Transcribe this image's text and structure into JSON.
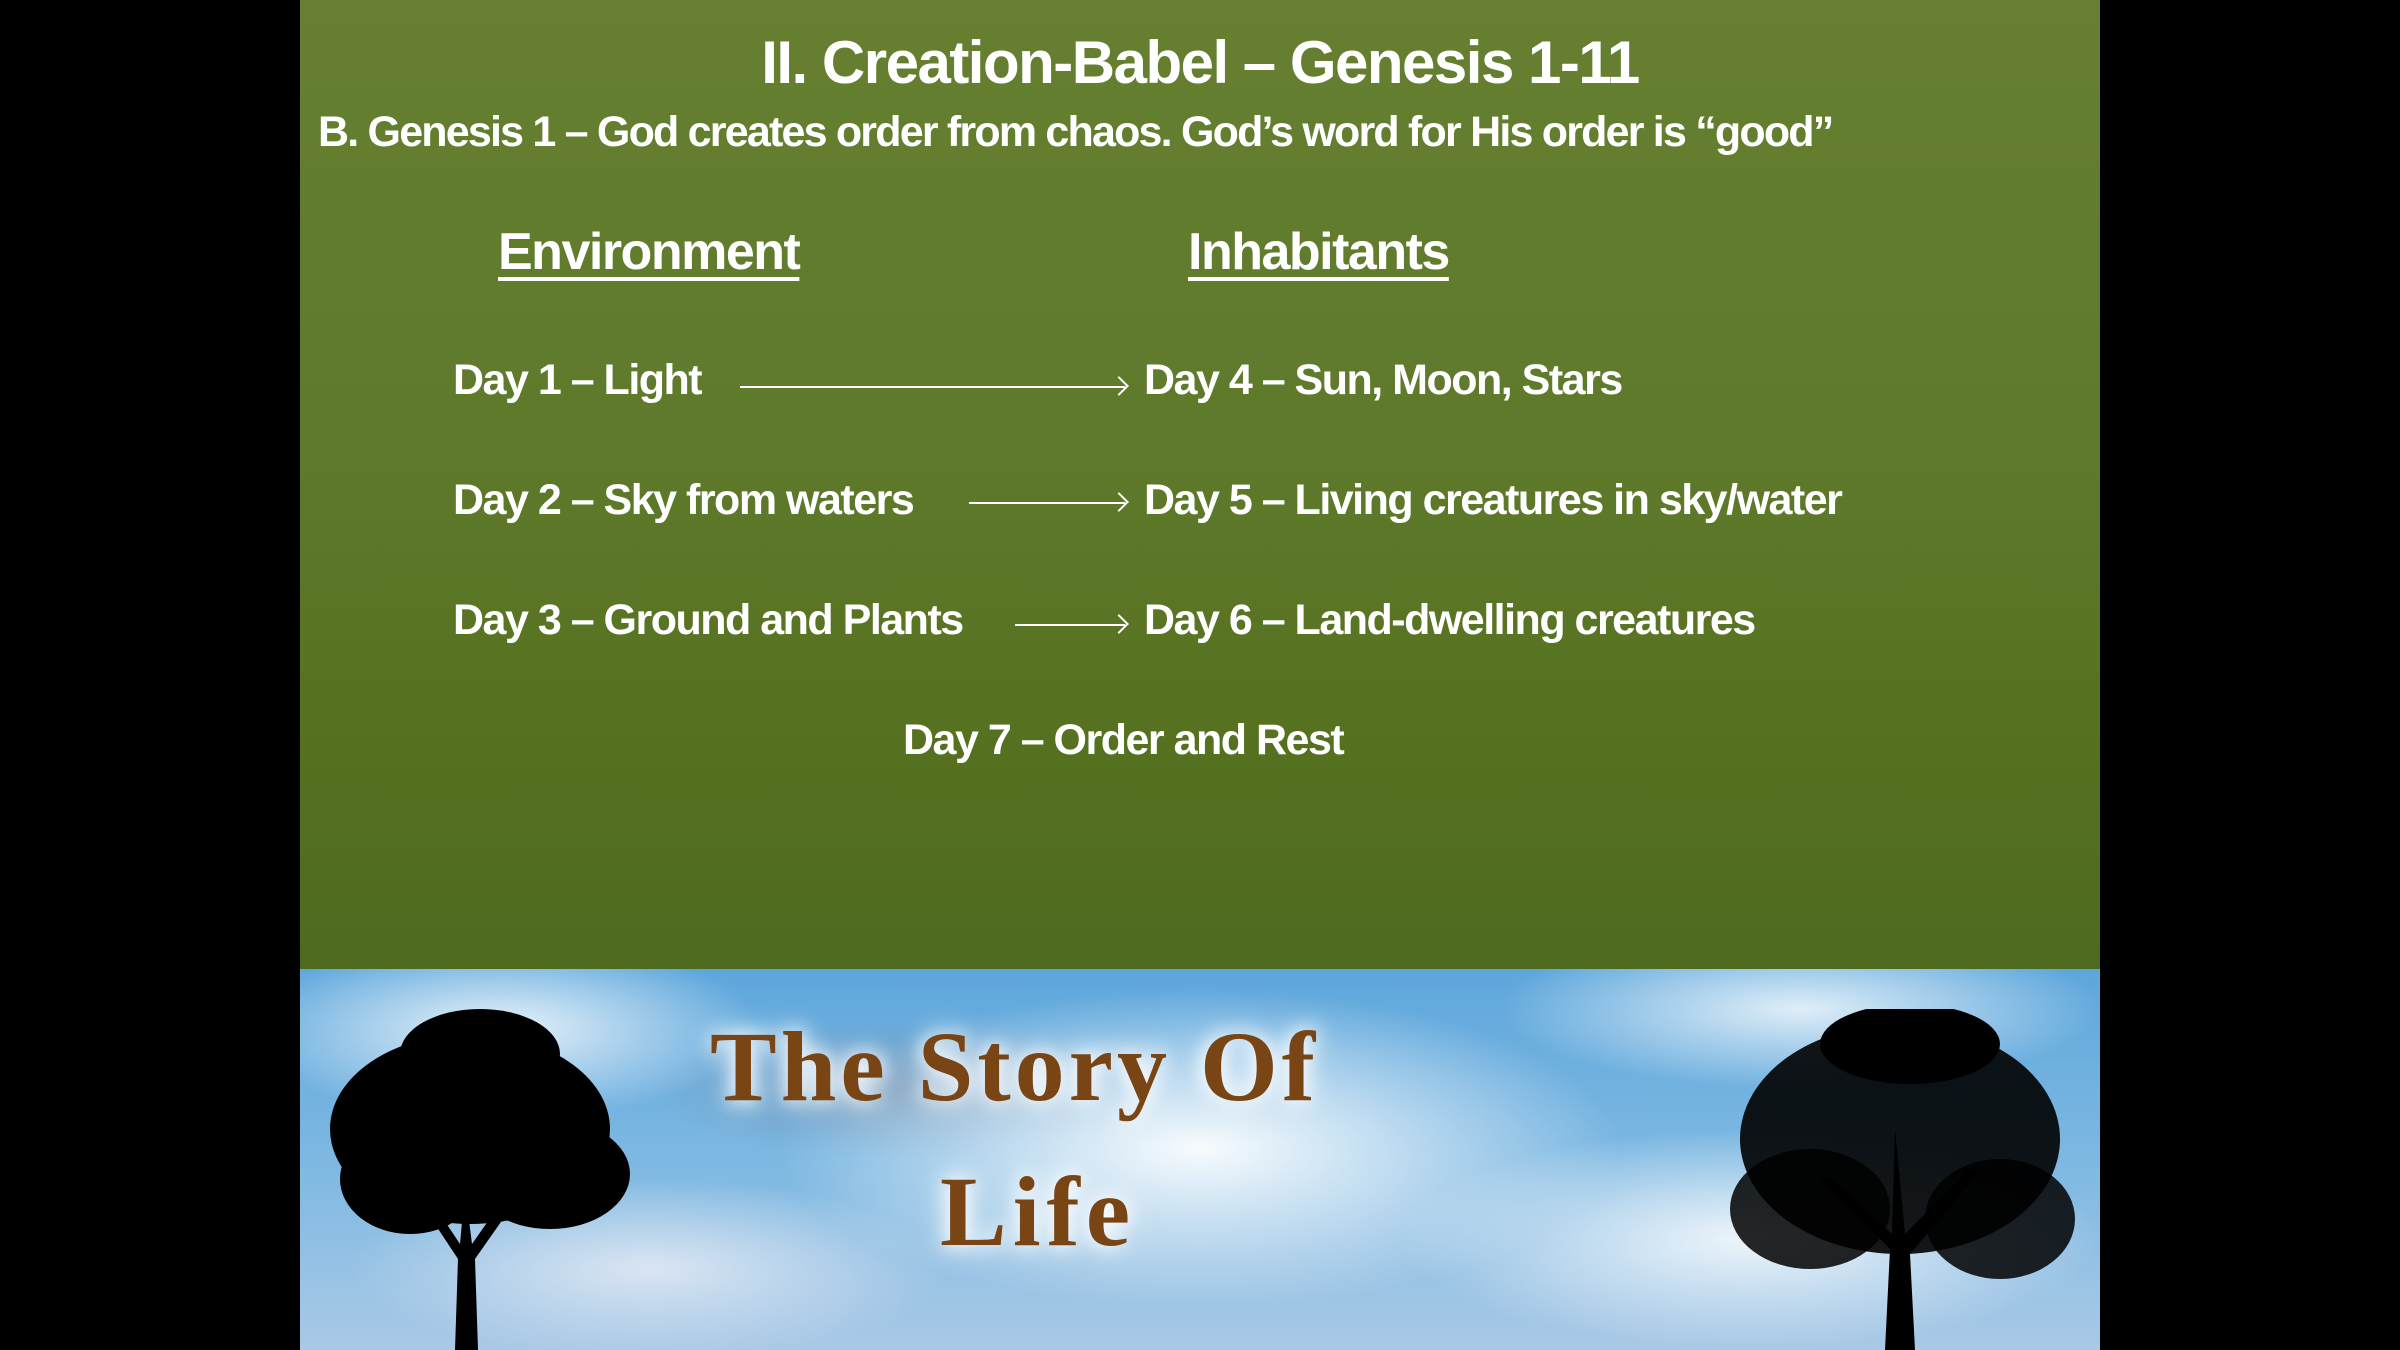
{
  "slide": {
    "title": "II. Creation-Babel – Genesis 1-11",
    "subtitle": "B. Genesis 1 – God creates order from chaos.  God’s word for His order is “good”",
    "headers": {
      "environment": "Environment",
      "inhabitants": "Inhabitants"
    },
    "rows": [
      {
        "left": "Day 1 – Light",
        "right": "Day 4 – Sun, Moon, Stars"
      },
      {
        "left": "Day 2 – Sky from waters",
        "right": "Day 5 – Living creatures in sky/water"
      },
      {
        "left": "Day 3 – Ground and Plants",
        "right": "Day 6 – Land-dwelling creatures"
      }
    ],
    "day7": "Day 7 – Order and Rest"
  },
  "banner": {
    "logo_line1": "The Story Of",
    "logo_line2": "Life",
    "colors": {
      "logo": "#7a4514",
      "background": "#667f31"
    }
  }
}
